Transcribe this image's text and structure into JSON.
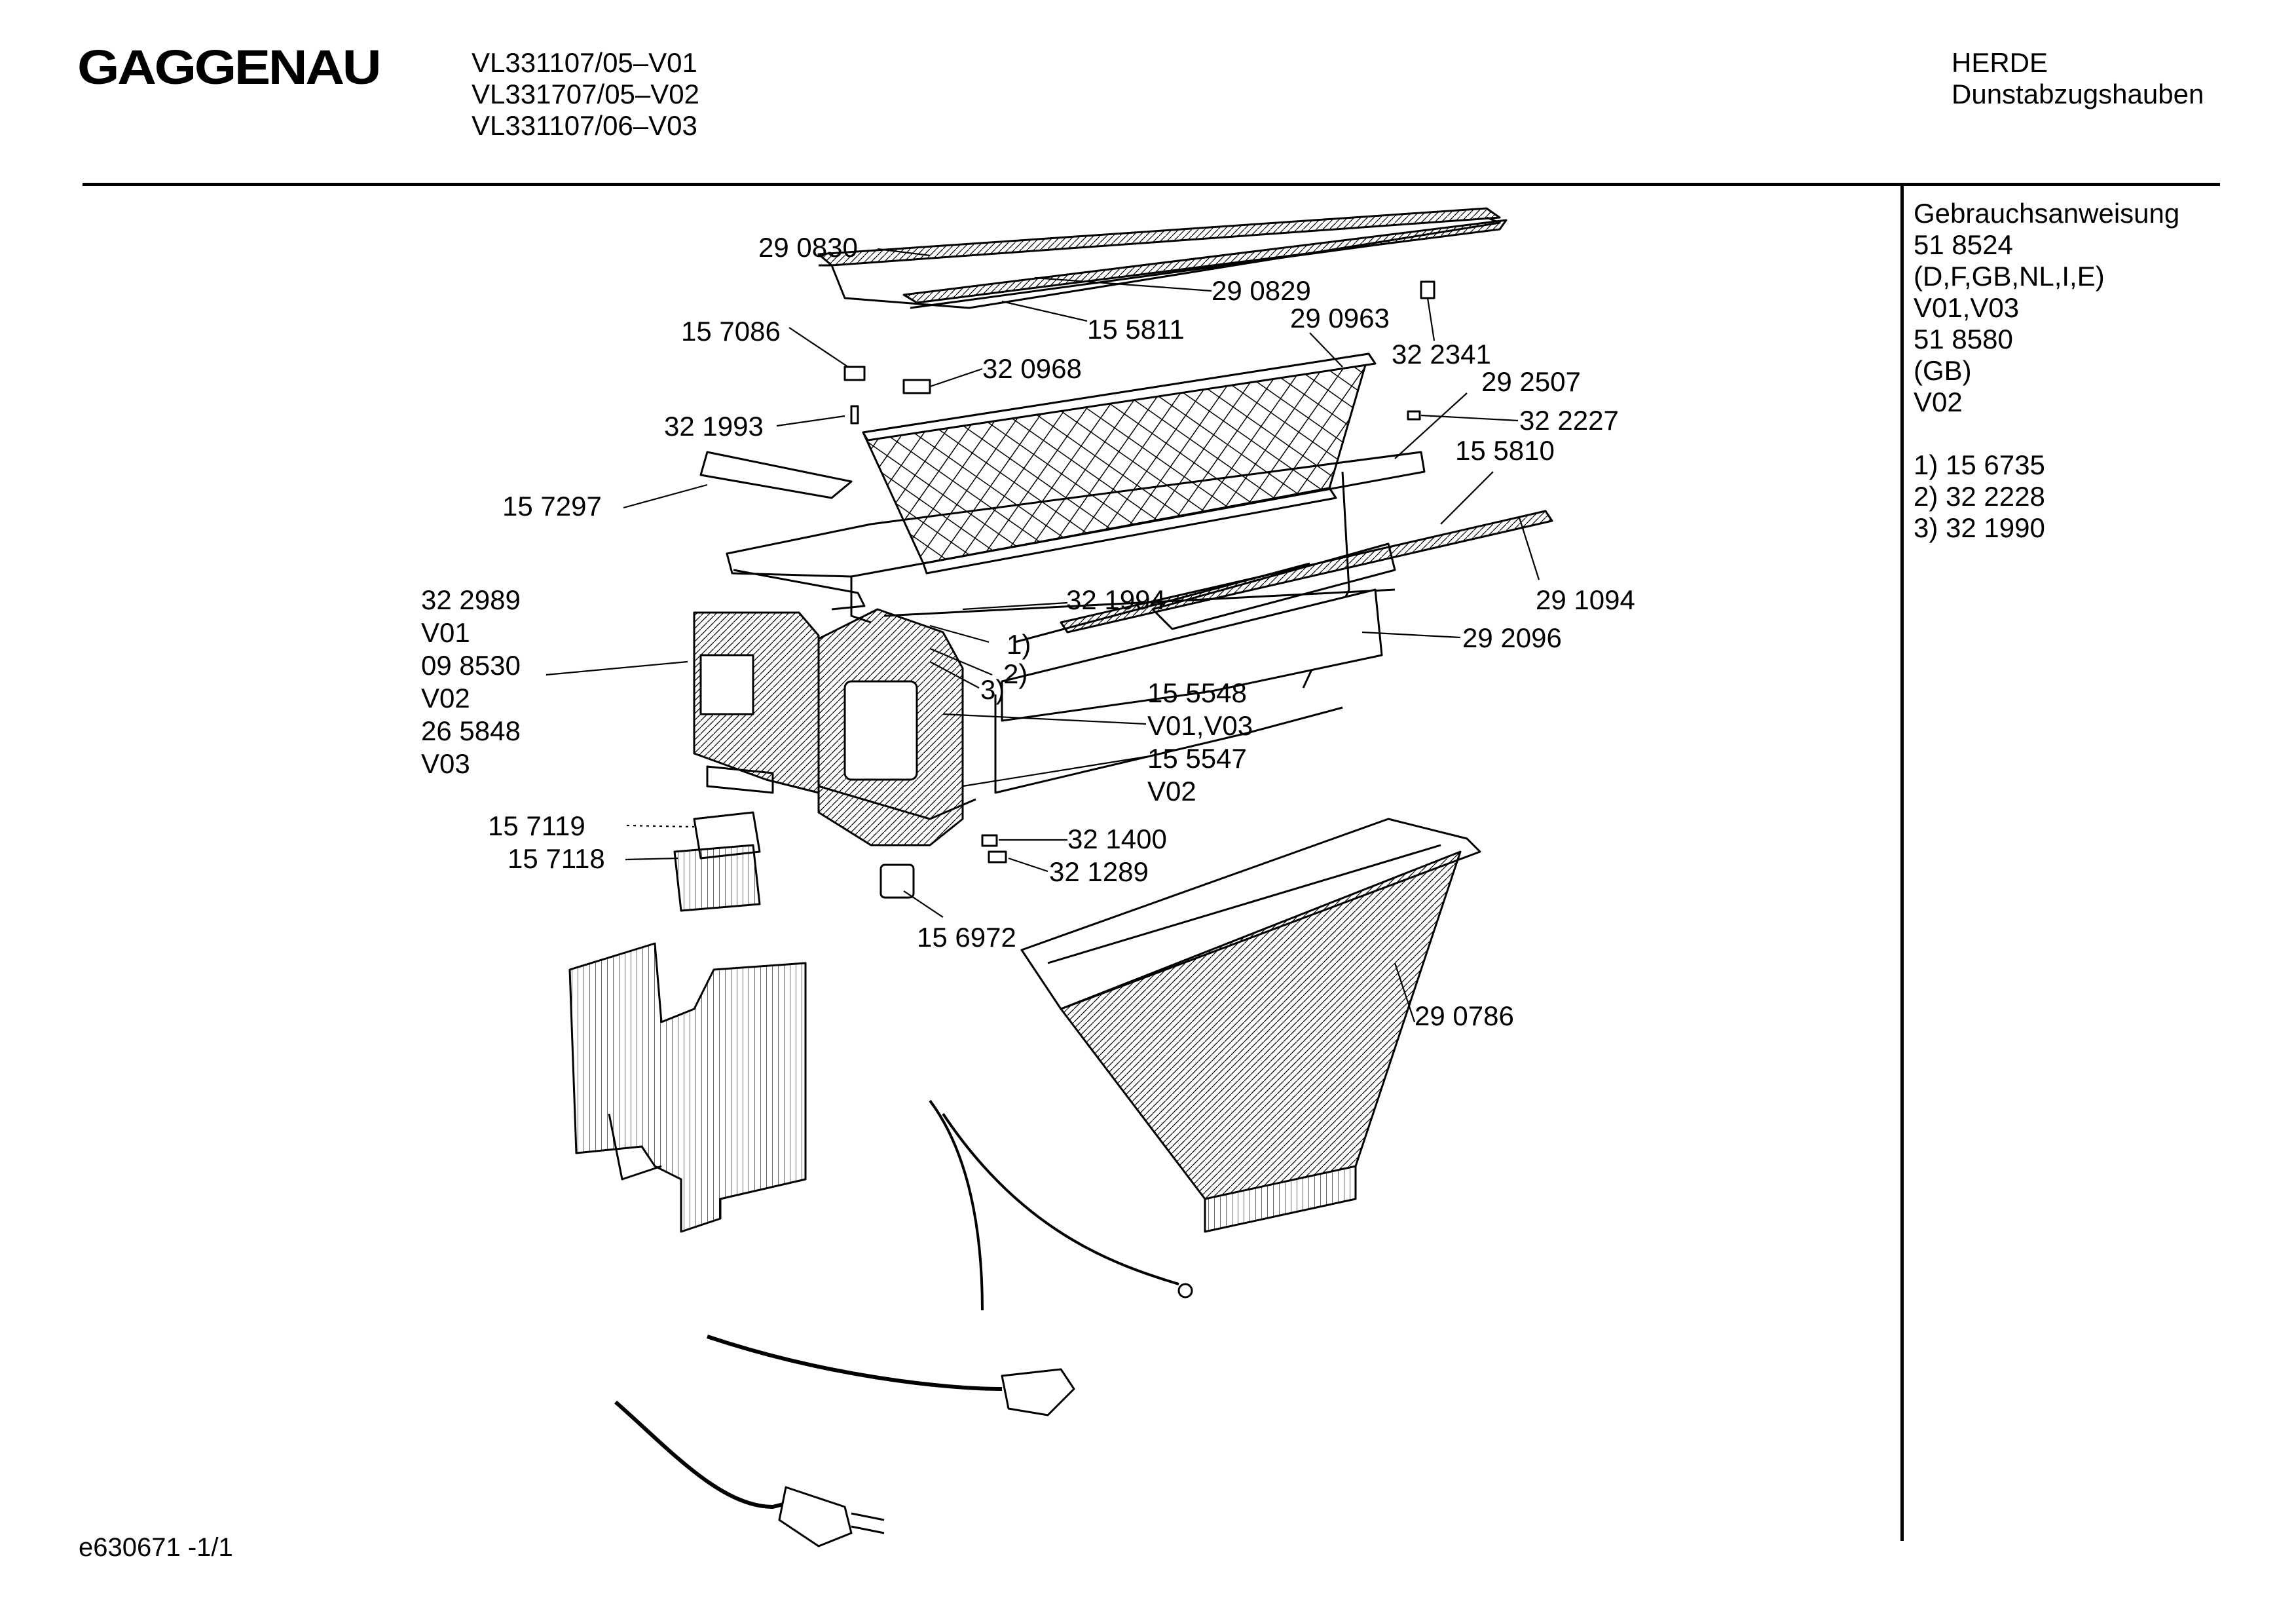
{
  "header": {
    "brand": "GAGGENAU",
    "models": [
      "VL331107/05–V01",
      "VL331707/05–V02",
      "VL331107/06–V03"
    ],
    "category": "HERDE",
    "subcategory": "Dunstabzugshauben"
  },
  "sidebar": {
    "lines": [
      "Gebrauchsanweisung",
      "51 8524",
      "(D,F,GB,NL,I,E)",
      "V01,V03",
      "51 8580",
      "(GB)",
      "V02",
      "",
      "1)  15 6735",
      "2)  32 2228",
      "3)  32 1990"
    ]
  },
  "parts": {
    "p290830": "29 0830",
    "p290829": "29 0829",
    "p155811": "15 5811",
    "p290963": "29 0963",
    "p322341": "32 2341",
    "p157086": "15 7086",
    "p320968": "32 0968",
    "p292507": "29 2507",
    "p321993": "32 1993",
    "p322227": "32 2227",
    "p155810": "15 5810",
    "p157297": "15 7297",
    "p322989": "32 2989",
    "v01a": "V01",
    "p321994": "32 1994",
    "p291094": "29 1094",
    "n1": "1)",
    "p292096": "29 2096",
    "p098530": "09 8530",
    "n2": "2)",
    "v02a": "V02",
    "n3": "3)",
    "p155548": "15 5548",
    "p265848": "26 5848",
    "v01v03": "V01,V03",
    "v03a": "V03",
    "p155547": "15 5547",
    "v02b": "V02",
    "p157119": "15 7119",
    "p321400": "32 1400",
    "p157118": "15 7118",
    "p321289": "32 1289",
    "p156972": "15 6972",
    "p290786": "29 0786"
  },
  "footer": {
    "code": "e630671 -1/1"
  }
}
